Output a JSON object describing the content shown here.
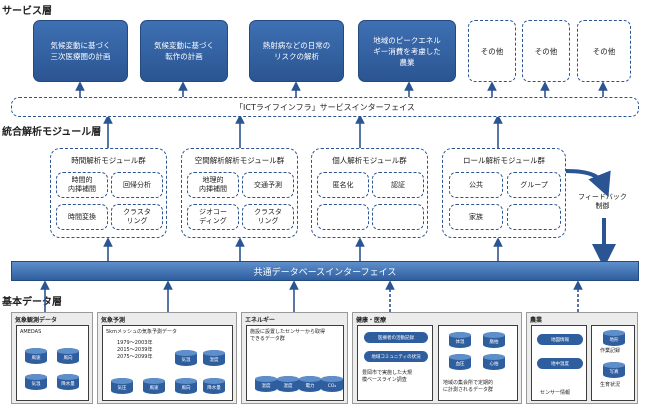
{
  "layers": {
    "service": "サービス層",
    "analysis": "統合解析モジュール層",
    "base": "基本データ層"
  },
  "services": [
    {
      "text": "気候変動に基づく\n三次医療圏の計画",
      "style": "solid"
    },
    {
      "text": "気候変動に基づく\n転作の計画",
      "style": "solid"
    },
    {
      "text": "熱射病などの日常の\nリスクの解析",
      "style": "solid"
    },
    {
      "text": "地域のピークエネル\nギー消費を考慮した\n農業",
      "style": "solid"
    },
    {
      "text": "その他",
      "style": "dashed"
    },
    {
      "text": "その他",
      "style": "dashed"
    },
    {
      "text": "その他",
      "style": "dashed"
    }
  ],
  "service_interface": "「ICTライフインフラ」サービスインターフェイス",
  "modules": [
    {
      "title": "時間解析モジュール群",
      "cells": [
        "時間的\n内挿補間",
        "回帰分析",
        "時間変換",
        "クラスタ\nリング"
      ]
    },
    {
      "title": "空間解析解析モジュール群",
      "cells": [
        "地理的\n内挿補間",
        "交通予測",
        "ジオコー\nディング",
        "クラスタ\nリング"
      ]
    },
    {
      "title": "個人解析モジュール群",
      "cells": [
        "匿名化",
        "認証",
        "",
        ""
      ]
    },
    {
      "title": "ロール解析モジュール群",
      "cells": [
        "公共",
        "グループ",
        "家族",
        ""
      ]
    }
  ],
  "feedback": "フィードバック\n制御",
  "db_interface": "共通データベースインターフェイス",
  "data_panels": [
    {
      "title": "気象観測データ",
      "inner_title": "AMEDAS",
      "lines": [],
      "dbs": [
        "風速",
        "風向",
        "気温",
        "降水量"
      ]
    },
    {
      "title": "気象予測",
      "inner_title": "5kmメッシュの気象予測データ",
      "lines": [
        "1979〜2003年",
        "2015〜2039年",
        "2075〜2099年"
      ],
      "dbs": [
        "気温",
        "湿度",
        "気圧",
        "風速",
        "風向",
        "降水量"
      ]
    },
    {
      "title": "エネルギー",
      "inner_title": "施設に設置したセンサーから取得\nできるデータ群",
      "lines": [],
      "dbs": [
        "温度",
        "湿度",
        "電力",
        "CO₂"
      ]
    },
    {
      "title": "健康・医療",
      "inner_title": "",
      "lines": [
        "医療者の活動記録",
        "地域コミュニティの状況",
        "豊岡市で実施した大規\n模ベースライン調査"
      ],
      "sub_db": [
        "体温",
        "脈拍",
        "血圧",
        "心拍"
      ],
      "sub_note": "地域の集会所で定期的\nに計測されるデータ群"
    },
    {
      "title": "農業",
      "inner_title": "",
      "lines": [],
      "pills": [
        "地図情報",
        "地中温度",
        "センサー情報"
      ],
      "small_dbs": [
        "地形",
        "作業記録",
        "写真",
        "生育状況"
      ]
    }
  ]
}
